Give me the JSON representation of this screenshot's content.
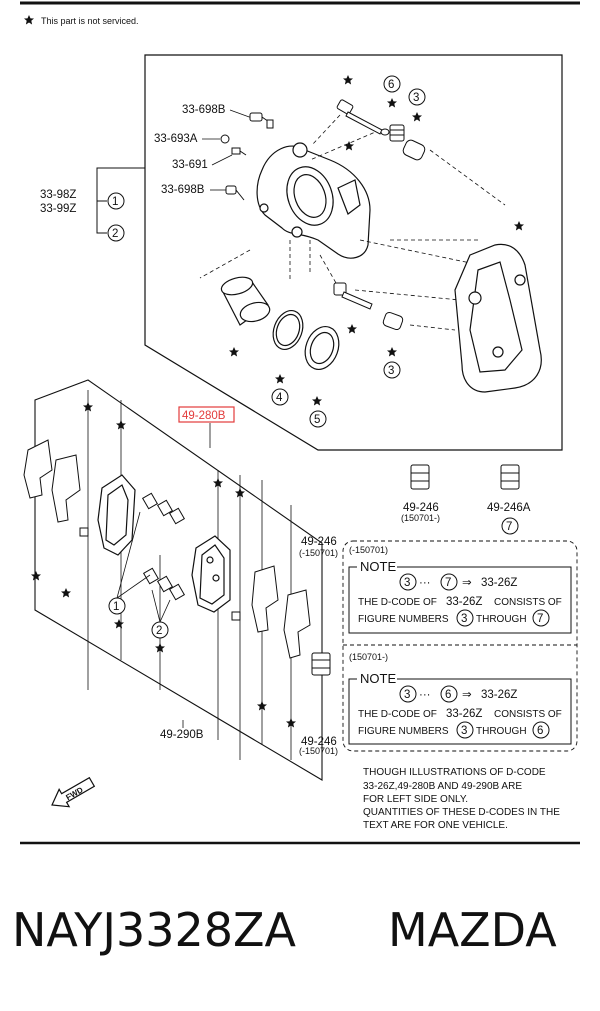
{
  "header": {
    "note_text": "This part is not serviced."
  },
  "part_labels": {
    "l_33698b_top": "33-698B",
    "l_33693a": "33-693A",
    "l_33691": "33-691",
    "l_33698b_mid": "33-698B",
    "l_3398z": "33-98Z",
    "l_3399z": "33-99Z",
    "l_49280b": "49-280B",
    "l_49246": "49-246",
    "l_49246_date": "(150701-)",
    "l_49246a": "49-246A",
    "l_49246_r1": "49-246",
    "l_49246_r1_date": "(-150701)",
    "l_49290b": "49-290B",
    "l_49246_r2": "49-246",
    "l_49246_r2_date": "(-150701)"
  },
  "callouts": [
    "1",
    "2",
    "3",
    "4",
    "5",
    "6",
    "7"
  ],
  "notes": [
    {
      "period": "(-150701)",
      "heading": "NOTE",
      "range_from": "3",
      "range_to": "7",
      "arrow_code": "33-26Z",
      "line2_a": "THE D-CODE OF",
      "line2_code": "33-26Z",
      "line2_b": "CONSISTS OF",
      "line3_a": "FIGURE NUMBERS",
      "line3_b": "THROUGH"
    },
    {
      "period": "(150701-)",
      "heading": "NOTE",
      "range_from": "3",
      "range_to": "6",
      "arrow_code": "33-26Z",
      "line2_a": "THE D-CODE OF",
      "line2_code": "33-26Z",
      "line2_b": "CONSISTS OF",
      "line3_a": "FIGURE NUMBERS",
      "line3_b": "THROUGH"
    }
  ],
  "footnote": [
    "THOUGH ILLUSTRATIONS OF D-CODE",
    "33-26Z,49-280B AND 49-290B ARE",
    "FOR LEFT SIDE ONLY.",
    "QUANTITIES OF THESE D-CODES IN THE",
    "TEXT ARE FOR ONE VEHICLE."
  ],
  "fwd_label": "FWD",
  "highlight_color": "#e23b3b",
  "caption": {
    "part_number": "NAYJ3328ZA",
    "brand": "MAZDA"
  }
}
